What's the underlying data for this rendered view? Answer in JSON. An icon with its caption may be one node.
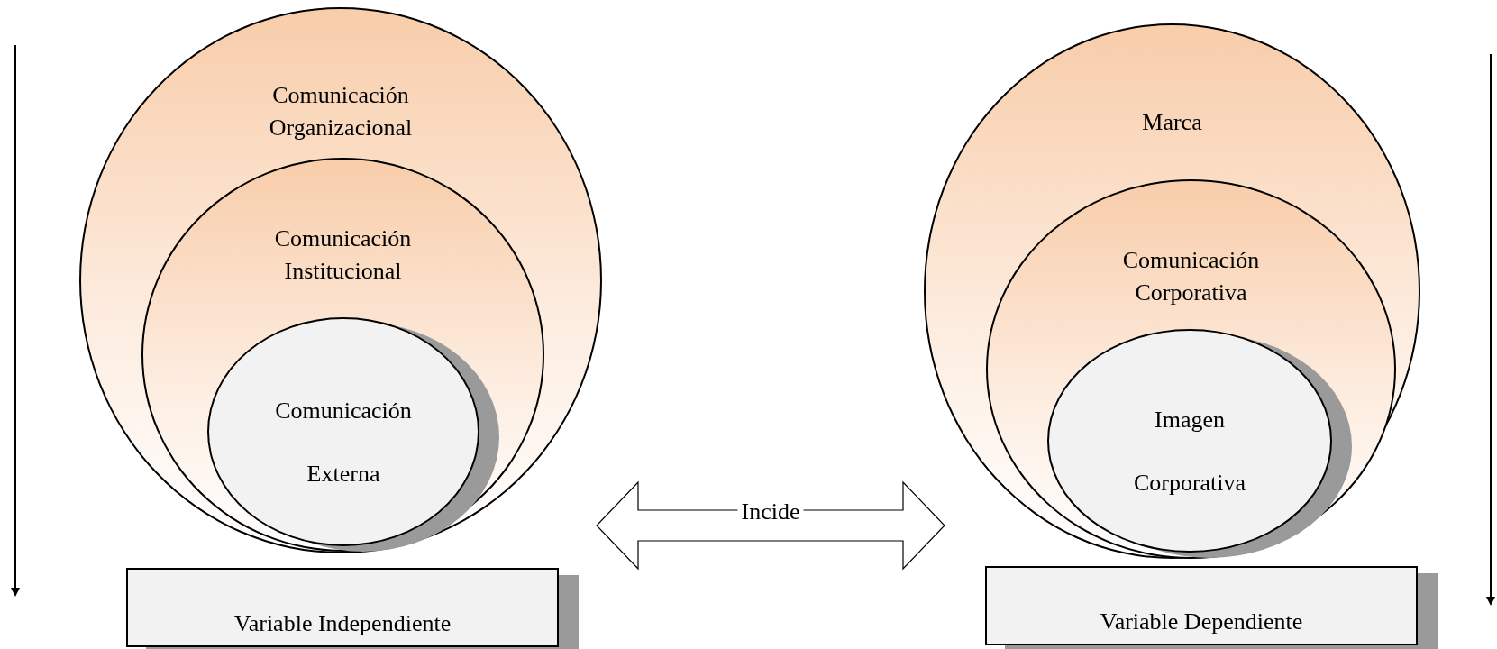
{
  "diagram": {
    "nodes": [
      {
        "text": [
          "Comunicación Organizacional"
        ]
      },
      {
        "text": [
          "Comunicación Institucional"
        ],
        "in": 0
      },
      {
        "text": [
          "Comunicación Externa"
        ],
        "in": 1
      },
      {
        "text": [
          "Variable Independiente"
        ]
      },
      {
        "text": [
          "Marca"
        ]
      },
      {
        "text": [
          "Comunicación Corporativa"
        ],
        "in": 4
      },
      {
        "text": [
          "Imagen Corporativa"
        ],
        "in": 5
      },
      {
        "text": [
          "Variable Dependiente"
        ]
      }
    ],
    "edges": [
      {
        "from": 0,
        "to": 4,
        "arrow": "both",
        "label": "Incide"
      }
    ]
  }
}
